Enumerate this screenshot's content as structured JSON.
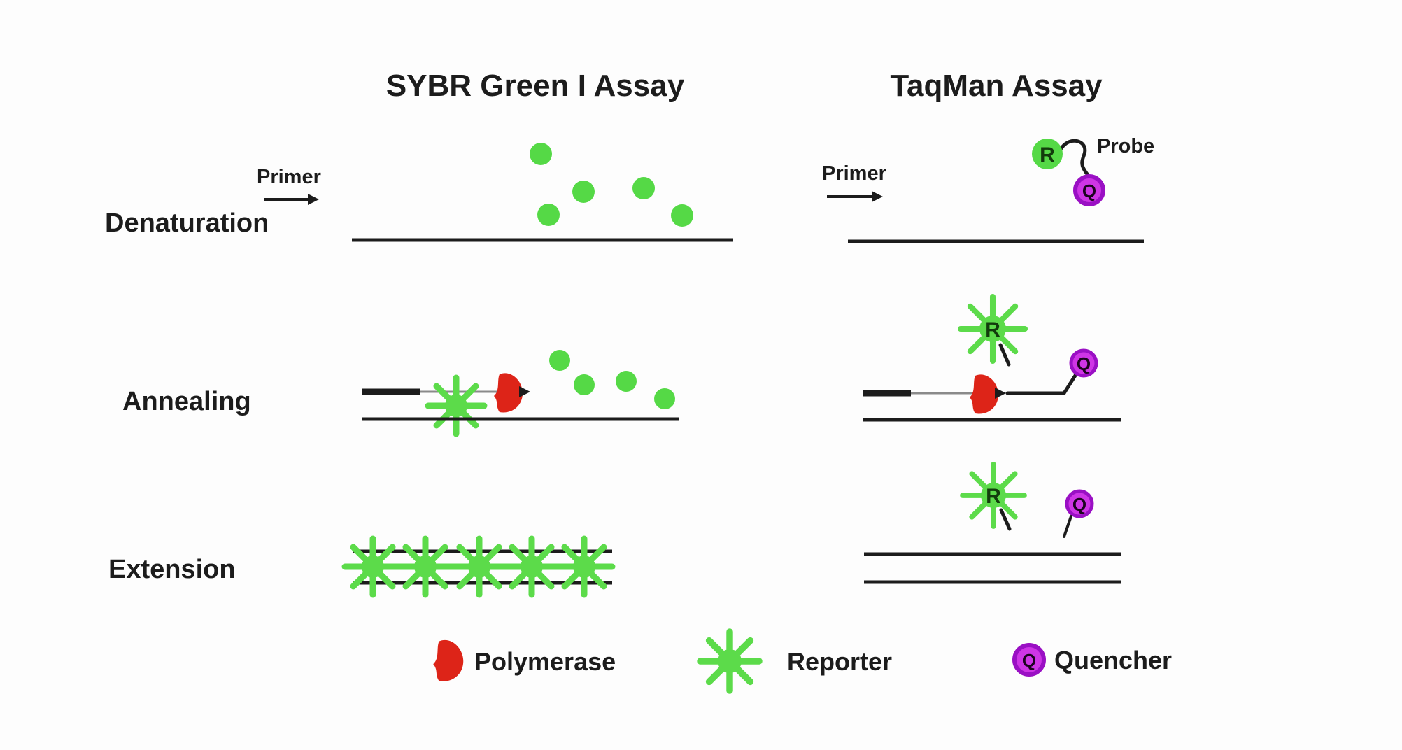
{
  "titles": {
    "left": "SYBR Green I Assay",
    "right": "TaqMan Assay"
  },
  "rows": [
    {
      "label": "Denaturation"
    },
    {
      "label": "Annealing"
    },
    {
      "label": "Extension"
    }
  ],
  "labels": {
    "primer": "Primer",
    "probe": "Probe",
    "reporter_letter": "R",
    "quencher_letter": "Q"
  },
  "legend": [
    {
      "icon": "polymerase-icon",
      "label": "Polymerase"
    },
    {
      "icon": "reporter-icon",
      "label": "Reporter"
    },
    {
      "icon": "quencher-icon",
      "label": "Quencher"
    }
  ],
  "colors": {
    "dye_green": "#55d946",
    "burst_green": "#5cdb4a",
    "letter_green_dark": "#123c0c",
    "quencher_fill": "#cf35e6",
    "quencher_ring": "#9a10c4",
    "quencher_letter": "#1c031f",
    "polymerase_red": "#dd2418",
    "ink": "#1c1c1c",
    "thin_line_gray": "#8a8a8a"
  }
}
